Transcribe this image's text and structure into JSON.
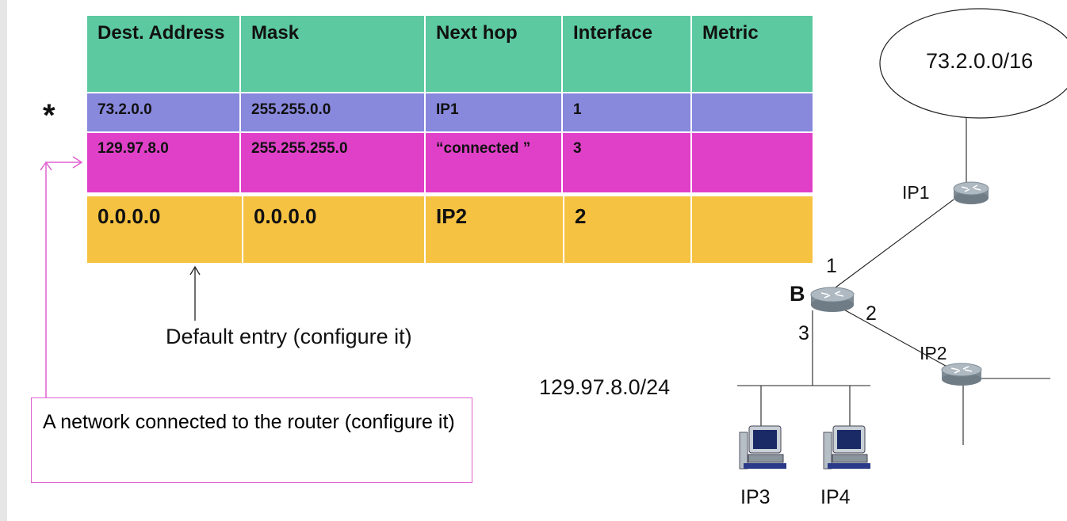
{
  "table": {
    "headers": [
      "Dest. Address",
      "Mask",
      "Next hop",
      "Interface",
      "Metric"
    ],
    "rows": [
      {
        "dest": "73.2.0.0",
        "mask": "255.255.0.0",
        "next_hop": "IP1",
        "interface": "1",
        "metric": ""
      },
      {
        "dest": "129.97.8.0",
        "mask": "255.255.255.0",
        "next_hop": "“connected ”",
        "interface": "3",
        "metric": ""
      },
      {
        "dest": "0.0.0.0",
        "mask": "0.0.0.0",
        "next_hop": "IP2",
        "interface": "2",
        "metric": ""
      }
    ],
    "row_marker": "*"
  },
  "annotations": {
    "default_entry": "Default entry (configure it)",
    "connected_network": "A network connected to the router (configure it)"
  },
  "network": {
    "cloud_label": "73.2.0.0/16",
    "router_ip1": "IP1",
    "router_b": "B",
    "router_ip2": "IP2",
    "port1": "1",
    "port2": "2",
    "port3": "3",
    "lan_label": "129.97.8.0/24",
    "host_ip3": "IP3",
    "host_ip4": "IP4"
  },
  "colors": {
    "header": "#5cc9a0",
    "row1": "#8888dd",
    "row2": "#e040c8",
    "row3": "#f5c242",
    "callout_border": "#e060d0"
  }
}
